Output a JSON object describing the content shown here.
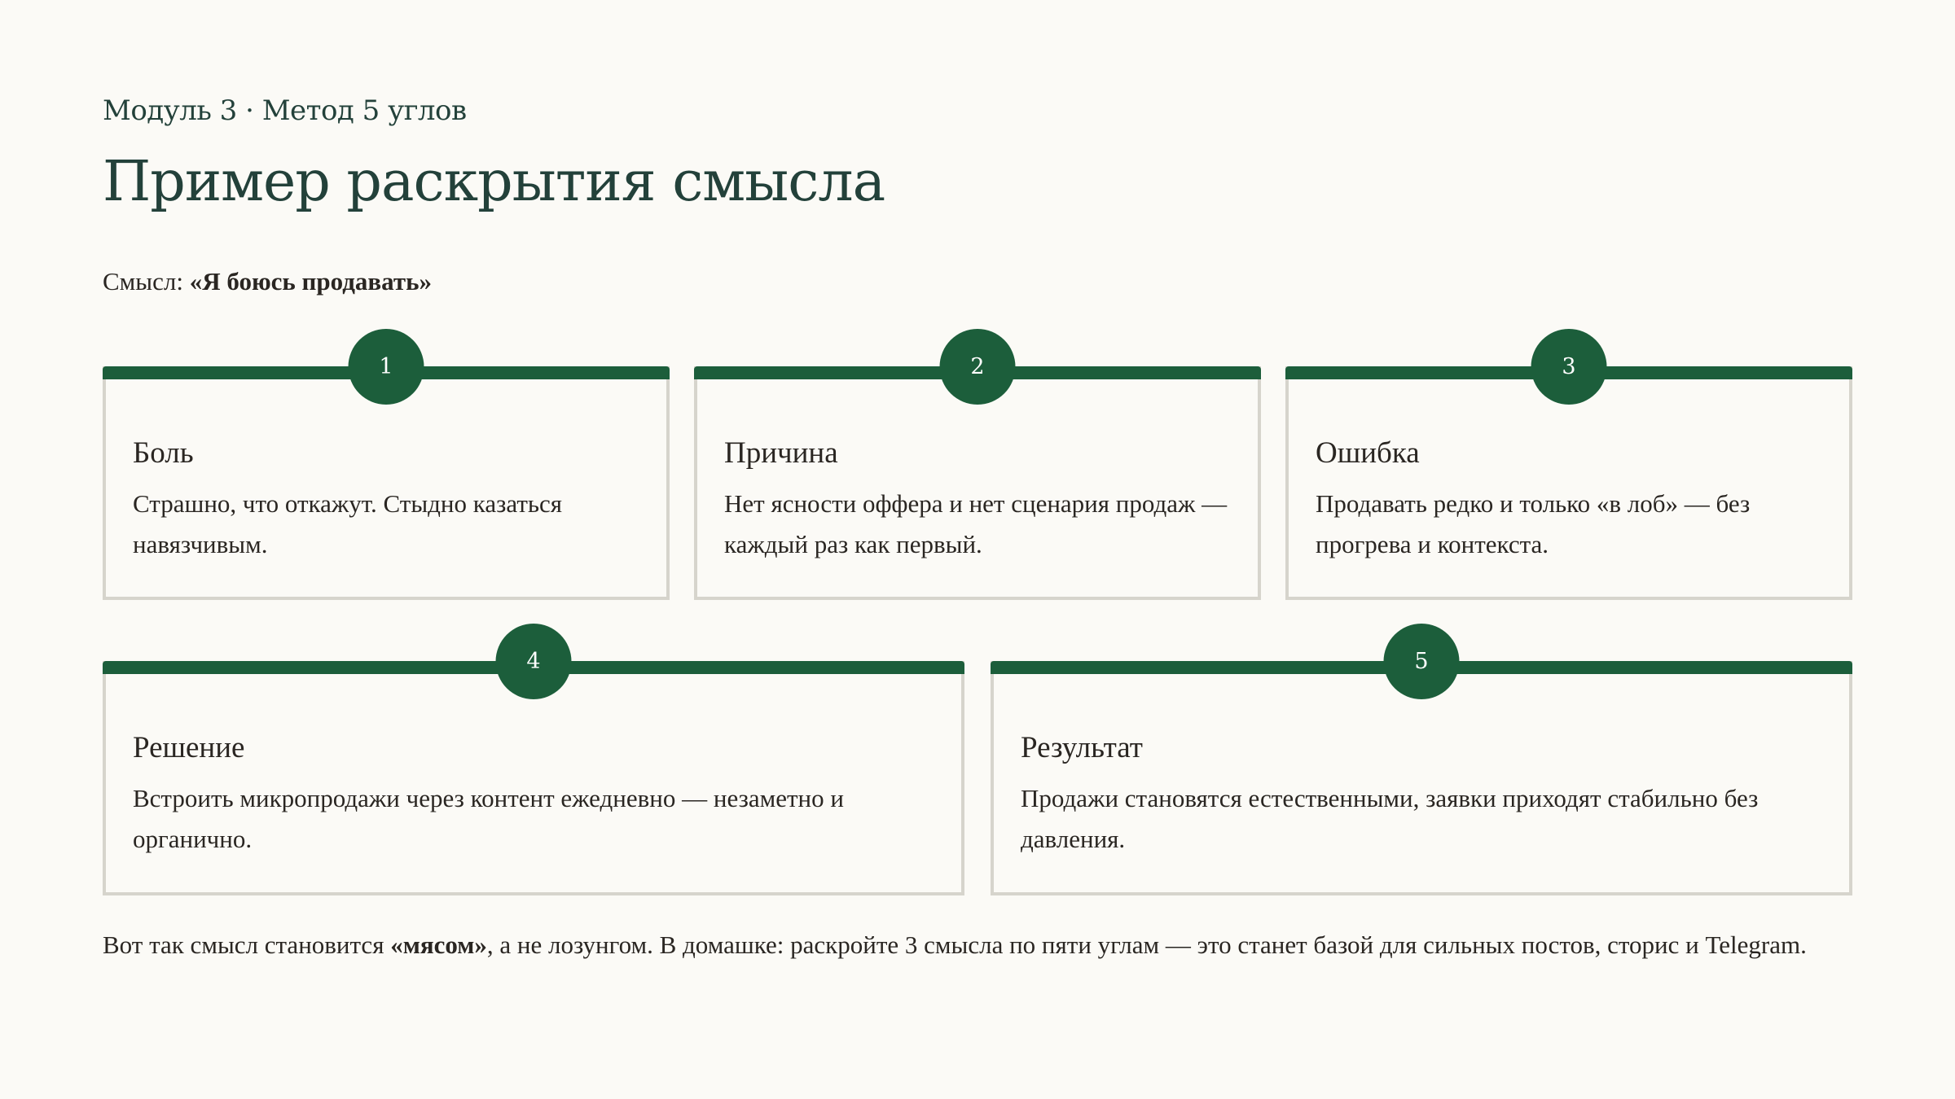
{
  "header": {
    "kicker": "Модуль 3 · Метод 5 углов",
    "title": "Пример раскрытия смысла",
    "meaning_label": "Смысл: ",
    "meaning_value": "«Я боюсь продавать»"
  },
  "cards": [
    {
      "number": "1",
      "title": "Боль",
      "body": "Страшно, что откажут. Стыдно казаться навязчивым."
    },
    {
      "number": "2",
      "title": "Причина",
      "body": "Нет ясности оффера и нет сценария продаж — каждый раз как первый."
    },
    {
      "number": "3",
      "title": "Ошибка",
      "body": "Продавать редко и только «в лоб» — без прогрева и контекста."
    },
    {
      "number": "4",
      "title": "Решение",
      "body": "Встроить микропродажи через контент ежедневно — незаметно и органично."
    },
    {
      "number": "5",
      "title": "Результат",
      "body": "Продажи становятся естественными, заявки приходят стабильно без давления."
    }
  ],
  "footer": {
    "before": "Вот так смысл становится ",
    "bold": "«мясом»",
    "after": ", а не лозунгом. В домашке: раскройте 3 смысла по пяти углам — это станет базой для сильных постов, сторис и Telegram."
  },
  "colors": {
    "accent": "#1c5e3b",
    "heading": "#23413a",
    "text": "#2a2622",
    "card_border": "#d6d4cc",
    "background": "#fbfaf6"
  }
}
